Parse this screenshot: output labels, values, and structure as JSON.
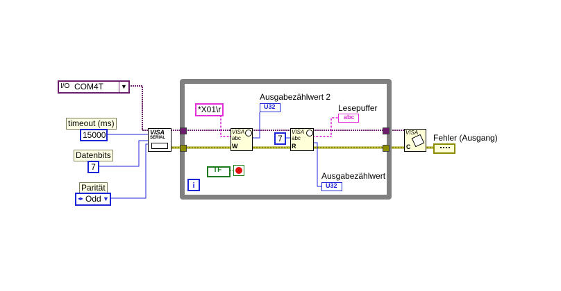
{
  "diagram": {
    "visa_resource": {
      "value": "COM4T",
      "icon": "visa-resource-io-icon",
      "dropdown": "chevron-down-icon"
    },
    "timeout": {
      "label": "timeout (ms)",
      "value": "15000"
    },
    "data_bits": {
      "label": "Datenbits",
      "value": "7"
    },
    "parity": {
      "label": "Parität",
      "value": "Odd"
    },
    "serial_config": {
      "title": "VISA",
      "subtitle": "SERIAL"
    },
    "write_string": {
      "value": "*X01\\r"
    },
    "write_node": {
      "title": "VISA",
      "sub": "abc",
      "mode": "W"
    },
    "read_count": {
      "value": "7"
    },
    "read_node": {
      "title": "VISA",
      "sub": "abc",
      "mode": "R"
    },
    "output_count_2": {
      "label": "Ausgabezählwert 2",
      "type": "U32"
    },
    "read_buffer": {
      "label": "Lesepuffer",
      "type": "abc"
    },
    "output_count": {
      "label": "Ausgabezählwert",
      "type": "U32"
    },
    "bool_const": {
      "value": "TF"
    },
    "loop_iteration": {
      "value": "i"
    },
    "close_node": {
      "title": "VISA",
      "mode": "C"
    },
    "error_out": {
      "label": "Fehler (Ausgang)"
    },
    "colors": {
      "visa_wire": "#6c1c6c",
      "error_wire": "#8c8c00",
      "numeric_wire": "#1c24d8",
      "string_wire": "#e230d8",
      "bool_wire": "#1c7c1c",
      "loop_border": "#808080"
    }
  }
}
